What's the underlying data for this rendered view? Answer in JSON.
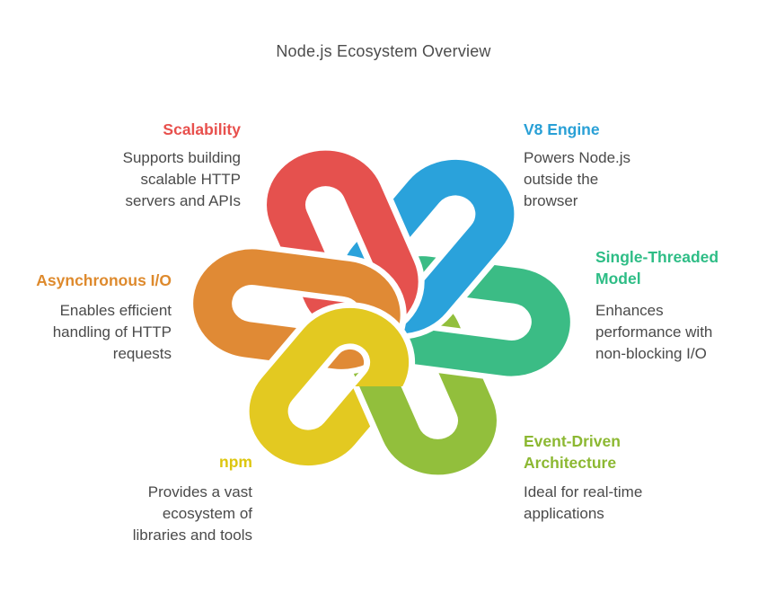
{
  "title": "Node.js Ecosystem Overview",
  "sections": [
    {
      "id": "scalability",
      "heading_lines": [
        "Scalability"
      ],
      "body_lines": [
        "Supports building",
        "scalable HTTP",
        "servers and APIs"
      ],
      "color": "#e8504d",
      "align": "right"
    },
    {
      "id": "v8-engine",
      "heading_lines": [
        "V8 Engine"
      ],
      "body_lines": [
        "Powers Node.js",
        "outside the",
        "browser"
      ],
      "color": "#29a0d6",
      "align": "left"
    },
    {
      "id": "asynchronous-io",
      "heading_lines": [
        "Asynchronous I/O"
      ],
      "body_lines": [
        "Enables efficient",
        "handling of HTTP",
        "requests"
      ],
      "color": "#de8a2d",
      "align": "right"
    },
    {
      "id": "single-threaded-model",
      "heading_lines": [
        "Single-Threaded",
        "Model"
      ],
      "body_lines": [
        "Enhances",
        "performance with",
        "non-blocking I/O"
      ],
      "color": "#2ebd86",
      "align": "left"
    },
    {
      "id": "npm",
      "heading_lines": [
        "npm"
      ],
      "body_lines": [
        "Provides a vast",
        "ecosystem of",
        "libraries and tools"
      ],
      "color": "#ddc60f",
      "align": "right"
    },
    {
      "id": "event-driven-architecture",
      "heading_lines": [
        "Event-Driven",
        "Architecture"
      ],
      "body_lines": [
        "Ideal for real-time",
        "applications"
      ],
      "color": "#8cb832",
      "align": "left"
    }
  ],
  "knot": {
    "outline": "#ffffff",
    "colors": {
      "red": "#e5514e",
      "blue": "#2aa2db",
      "orange": "#e08a35",
      "green": "#3bbc85",
      "olive": "#92bf3c",
      "yellow": "#e3c921"
    }
  },
  "text_color": "#4a4a4a",
  "title_color": "#4c4c4c"
}
